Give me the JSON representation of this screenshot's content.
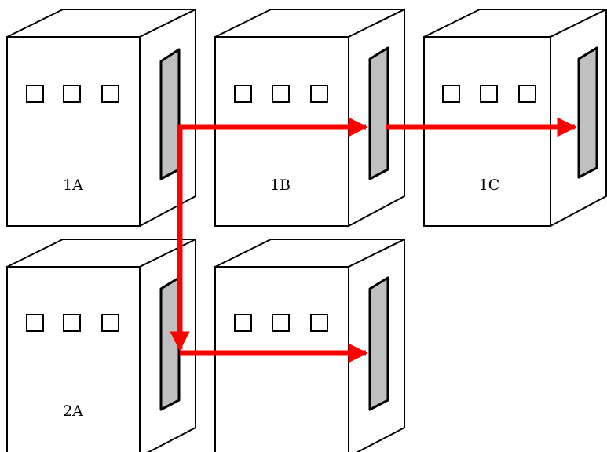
{
  "colors": {
    "background": "#ffffff",
    "outline": "#000000",
    "cabinet_face": "#ffffff",
    "door_panel": "#c0c0c0",
    "cable_path": "#ff0000"
  },
  "cabinets": [
    {
      "id": "1A",
      "label": "1A",
      "indicators": 3
    },
    {
      "id": "1B",
      "label": "1B",
      "indicators": 3
    },
    {
      "id": "1C",
      "label": "1C",
      "indicators": 3
    },
    {
      "id": "2A",
      "label": "2A",
      "indicators": 3
    },
    {
      "id": "2B",
      "label": "",
      "indicators": 3
    }
  ],
  "cable_routes": [
    {
      "from": "1A",
      "to": "1B"
    },
    {
      "from": "1B",
      "to": "1C"
    },
    {
      "from": "1A",
      "to": "2A"
    },
    {
      "from": "2A",
      "to": "2B"
    }
  ]
}
